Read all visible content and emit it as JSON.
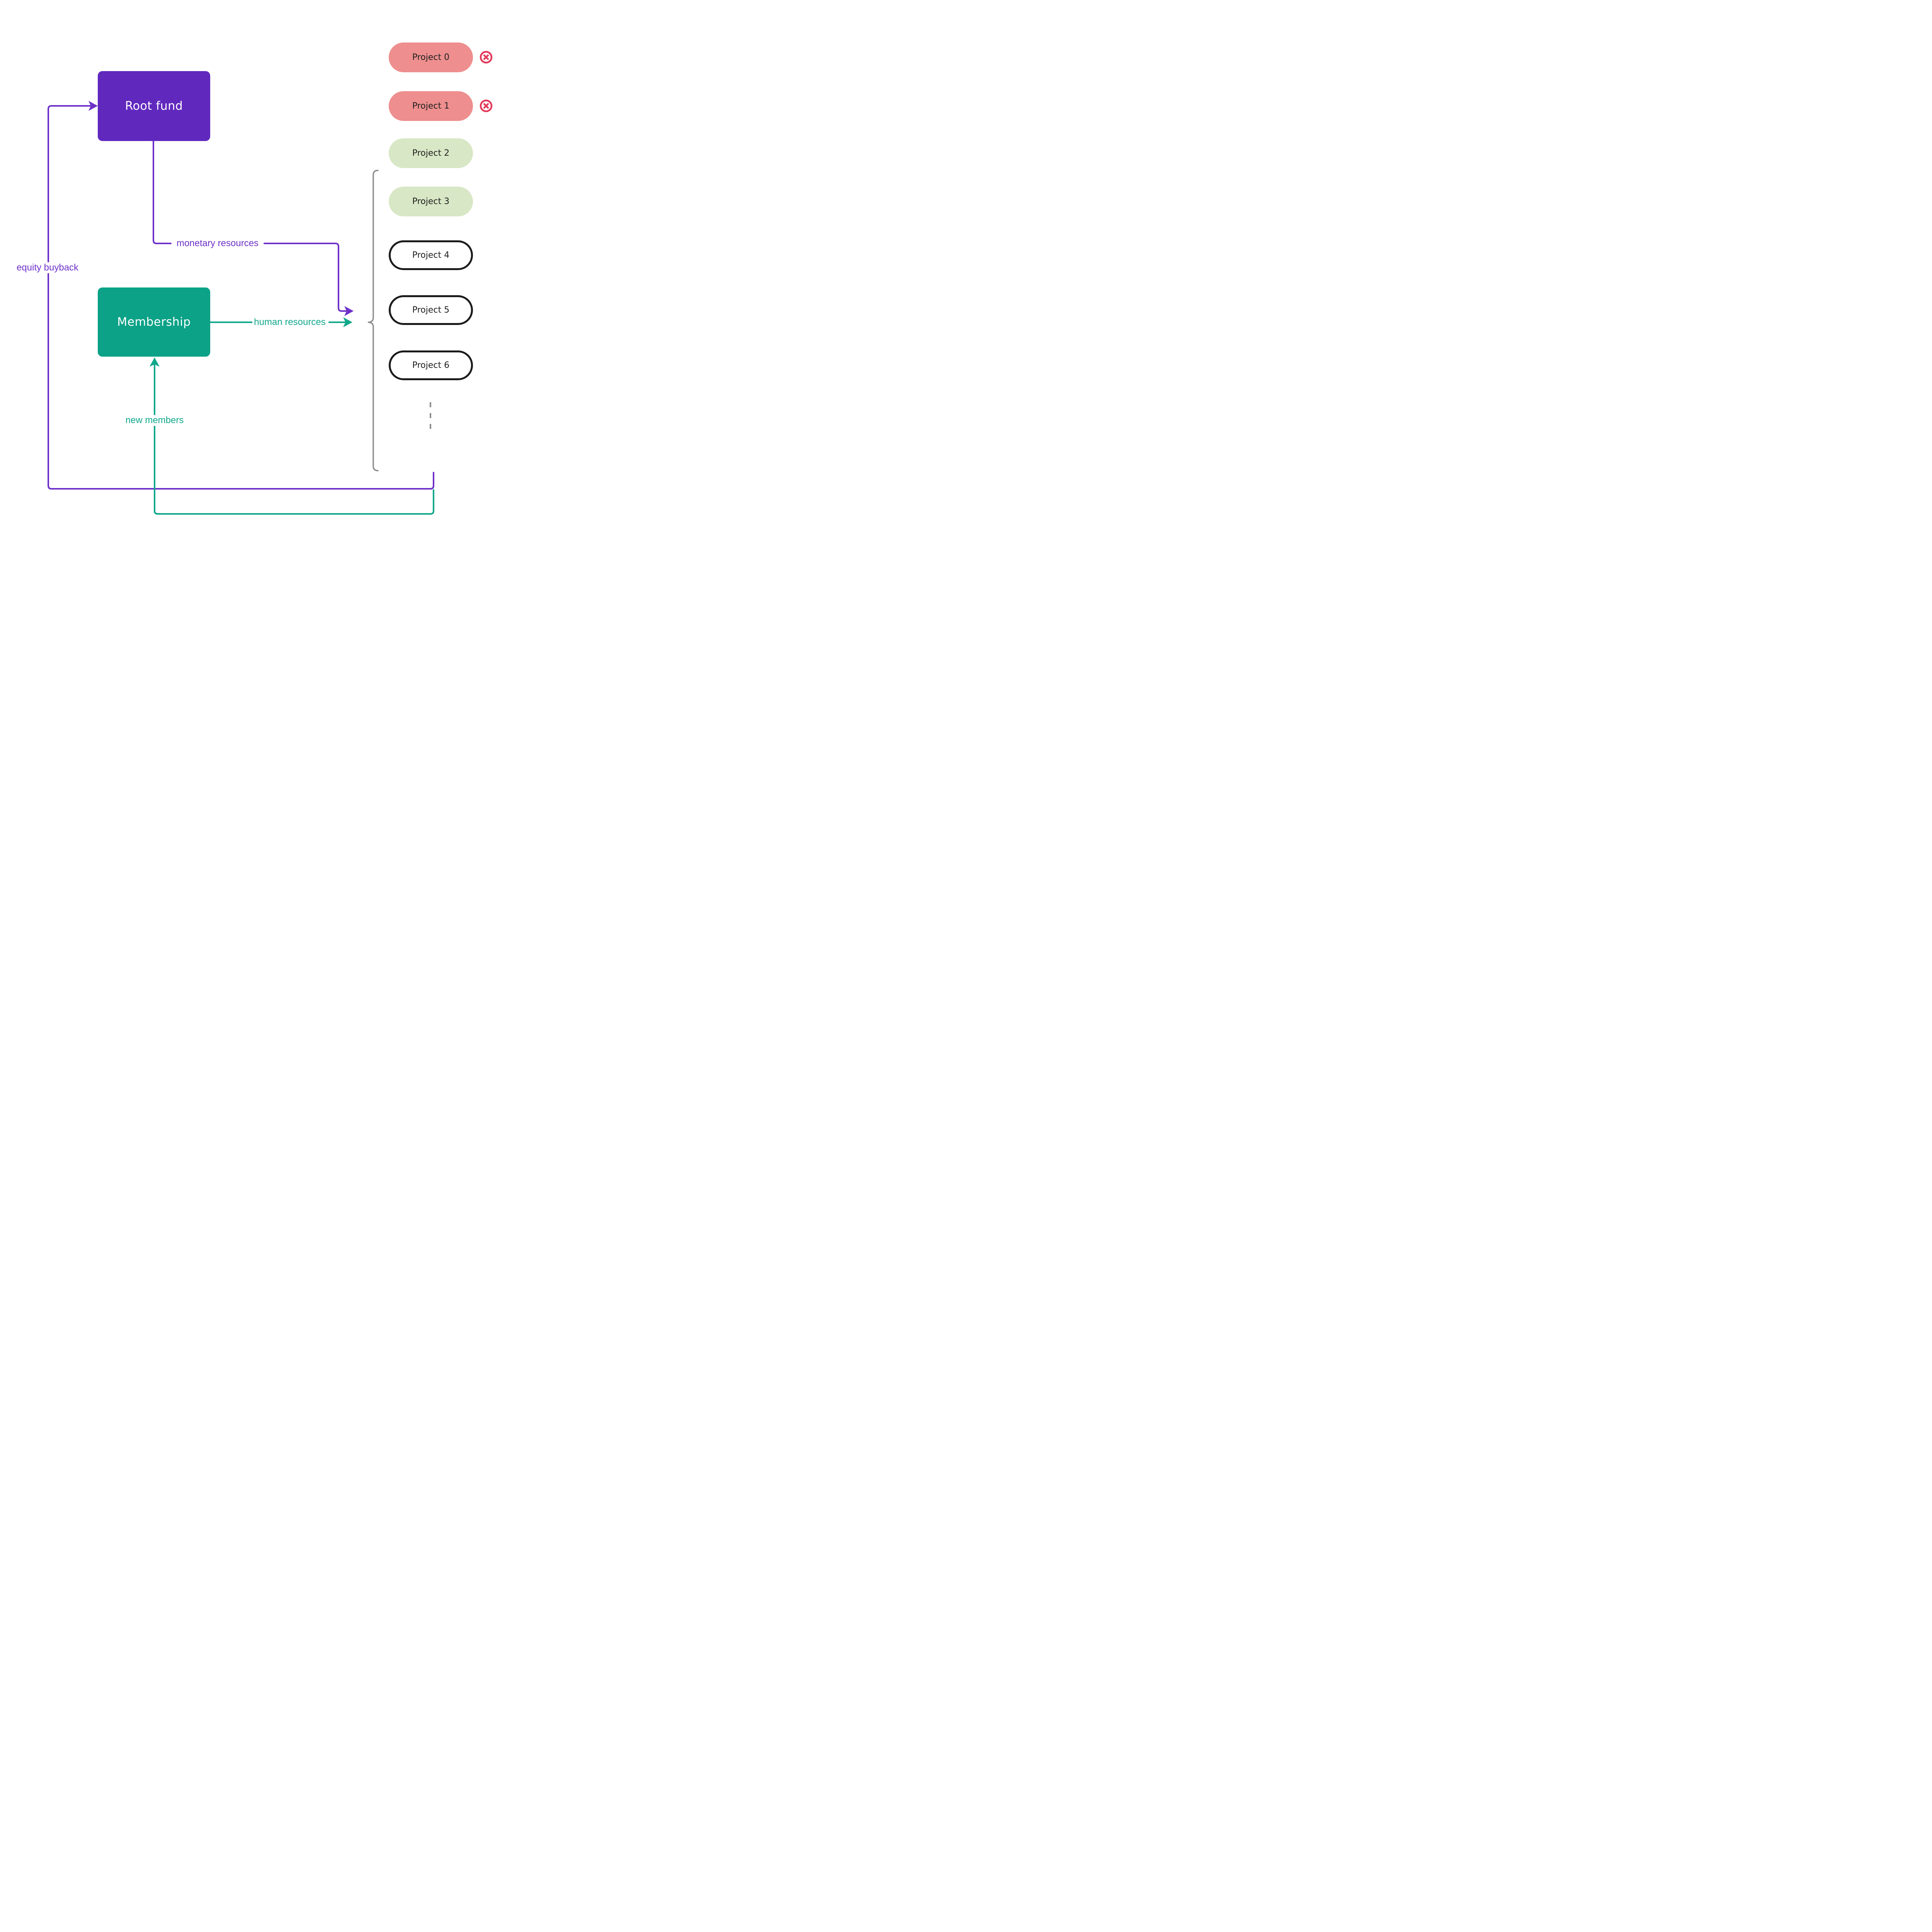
{
  "nodes": {
    "root_fund": {
      "label": "Root fund",
      "color": "#6128BE"
    },
    "membership": {
      "label": "Membership",
      "color": "#0BA287"
    }
  },
  "projects": [
    {
      "label": "Project 0",
      "variant": "salmon",
      "terminated": true
    },
    {
      "label": "Project 1",
      "variant": "salmon",
      "terminated": true
    },
    {
      "label": "Project 2",
      "variant": "green",
      "terminated": false
    },
    {
      "label": "Project 3",
      "variant": "green",
      "terminated": false
    },
    {
      "label": "Project 4",
      "variant": "outline",
      "terminated": false
    },
    {
      "label": "Project 5",
      "variant": "outline",
      "terminated": false
    },
    {
      "label": "Project 6",
      "variant": "outline",
      "terminated": false
    }
  ],
  "flows": {
    "monetary": "monetary resources",
    "human": "human resources",
    "equity": "equity buyback",
    "members": "new members"
  },
  "icons": {
    "terminated_icon": "x-circle-icon"
  },
  "colors": {
    "purple_node": "#6128BE",
    "purple_flow": "#6E31C9",
    "teal_node": "#0BA287",
    "teal_flow": "#11A78B",
    "salmon_pill": "#EE8E8E",
    "green_pill": "#D8E7C5",
    "outline_pill_border": "#1B1B1B",
    "pill_text": "#1F1F1F",
    "x_icon": "#E23B5B",
    "brace_gray": "#8E8E8E",
    "node_text": "#FFFFFF"
  }
}
